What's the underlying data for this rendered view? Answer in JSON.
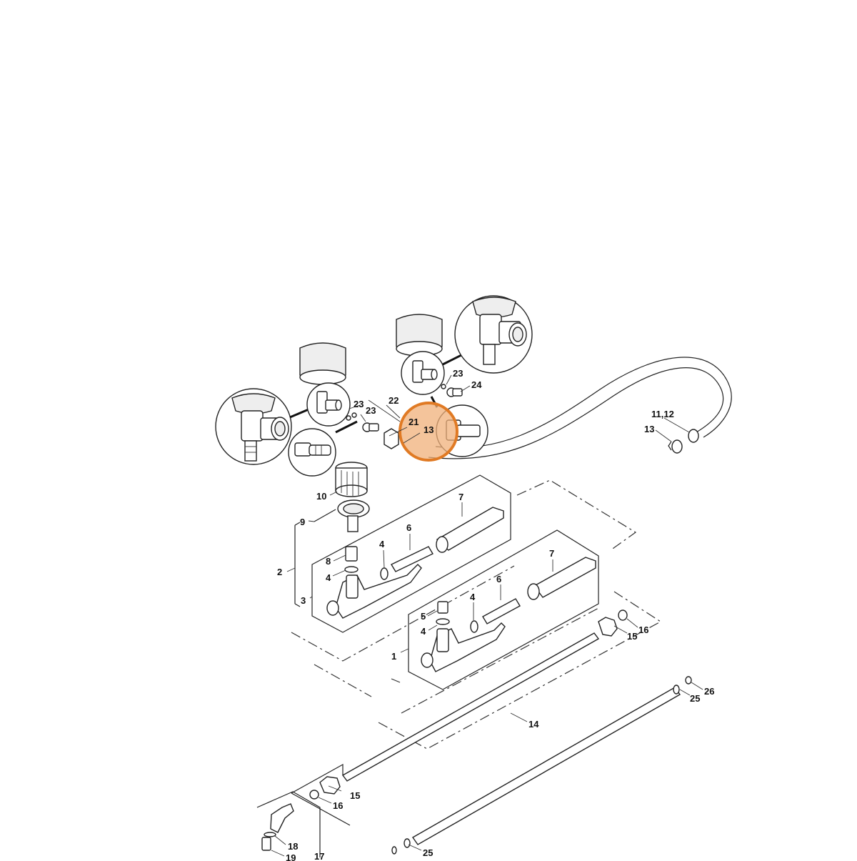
{
  "diagram": {
    "callouts": [
      {
        "id": "c-1",
        "text": "1"
      },
      {
        "id": "c-2",
        "text": "2"
      },
      {
        "id": "c-3",
        "text": "3"
      },
      {
        "id": "c-4a",
        "text": "4"
      },
      {
        "id": "c-4b",
        "text": "4"
      },
      {
        "id": "c-4c",
        "text": "4"
      },
      {
        "id": "c-4d",
        "text": "4"
      },
      {
        "id": "c-5",
        "text": "5"
      },
      {
        "id": "c-6a",
        "text": "6"
      },
      {
        "id": "c-6b",
        "text": "6"
      },
      {
        "id": "c-7a",
        "text": "7"
      },
      {
        "id": "c-7b",
        "text": "7"
      },
      {
        "id": "c-8",
        "text": "8"
      },
      {
        "id": "c-9",
        "text": "9"
      },
      {
        "id": "c-10",
        "text": "10"
      },
      {
        "id": "c-11-12",
        "text": "11,12"
      },
      {
        "id": "c-13a",
        "text": "13"
      },
      {
        "id": "c-13b",
        "text": "13"
      },
      {
        "id": "c-14",
        "text": "14"
      },
      {
        "id": "c-15a",
        "text": "15"
      },
      {
        "id": "c-15b",
        "text": "15"
      },
      {
        "id": "c-16a",
        "text": "16"
      },
      {
        "id": "c-16b",
        "text": "16"
      },
      {
        "id": "c-17",
        "text": "17"
      },
      {
        "id": "c-18",
        "text": "18"
      },
      {
        "id": "c-19",
        "text": "19"
      },
      {
        "id": "c-21",
        "text": "21"
      },
      {
        "id": "c-22",
        "text": "22"
      },
      {
        "id": "c-23a",
        "text": "23"
      },
      {
        "id": "c-23b",
        "text": "23"
      },
      {
        "id": "c-23c",
        "text": "23"
      },
      {
        "id": "c-24",
        "text": "24"
      },
      {
        "id": "c-25a",
        "text": "25"
      },
      {
        "id": "c-25b",
        "text": "25"
      },
      {
        "id": "c-26",
        "text": "26"
      }
    ],
    "highlight_color": "#e07a24",
    "highlight_fill": "#f0b07a"
  }
}
